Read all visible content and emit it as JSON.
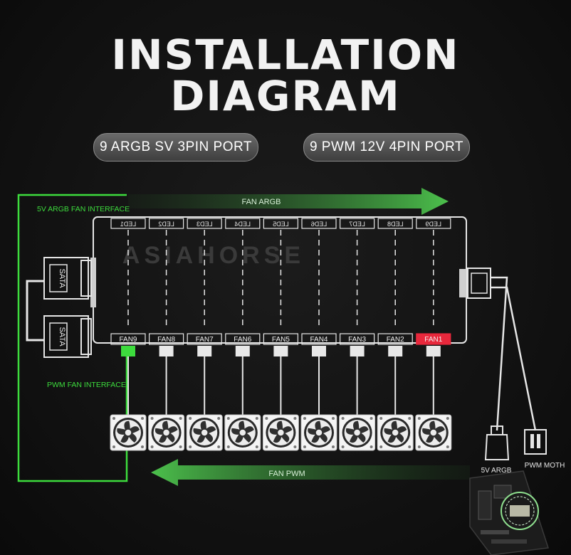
{
  "title_line1": "INSTALLATION",
  "title_line2": "DIAGRAM",
  "port_argb": "9 ARGB SV 3PIN PORT",
  "port_pwm": "9 PWM 12V 4PIN PORT",
  "argb_interface_label": "5V ARGB FAN INTERFACE",
  "pwm_interface_label": "PWM FAN INTERFACE",
  "fan_argb_arrow_label": "FAN ARGB",
  "fan_pwm_arrow_label": "FAN PWM",
  "watermark": "ASIAHORSE",
  "sata_label": "SATA",
  "led_labels": [
    "LED1",
    "LED2",
    "LED3",
    "LED4",
    "LED5",
    "LED6",
    "LED7",
    "LED8",
    "LED9"
  ],
  "fan_labels": [
    "FAN9",
    "FAN8",
    "FAN7",
    "FAN6",
    "FAN5",
    "FAN4",
    "FAN3",
    "FAN2",
    "FAN1"
  ],
  "connector_5v_label": "5V ARGB",
  "connector_pwm_label": "PWM MOTH",
  "colors": {
    "green": "#3ddc3d",
    "red": "#e8283c",
    "white": "#eeeeee",
    "arrow_green": "#3fa63f"
  }
}
